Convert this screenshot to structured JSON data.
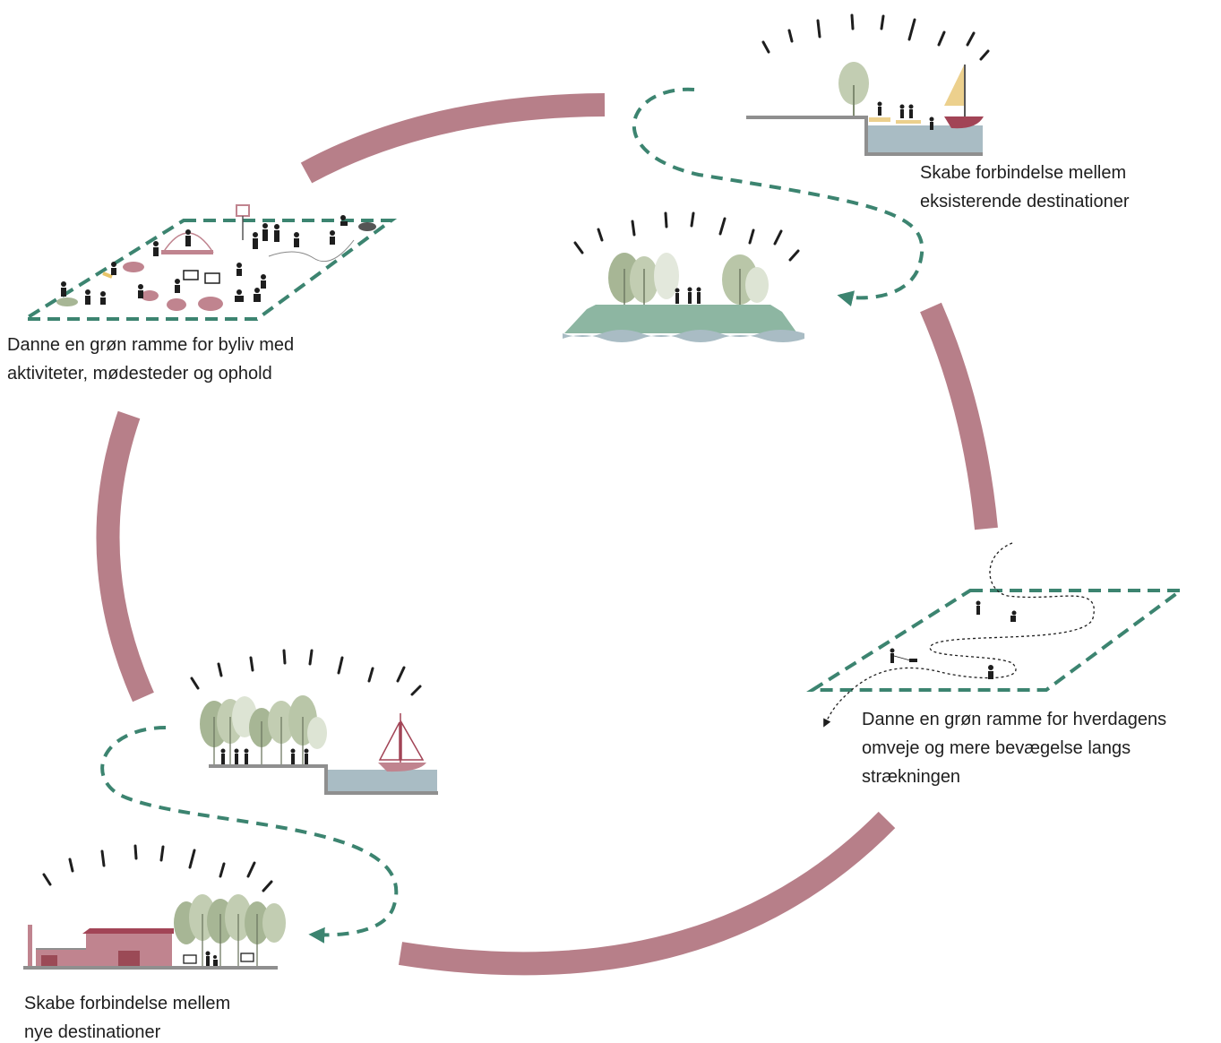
{
  "labels": {
    "top_right": {
      "line1": "Skabe forbindelse mellem",
      "line2": "eksisterende destinationer"
    },
    "left": {
      "line1": "Danne en grøn ramme for byliv med",
      "line2": "aktiviteter, mødesteder og ophold"
    },
    "right": {
      "line1": "Danne en grøn ramme for hverdagens",
      "line2": "omveje og mere bevægelse langs",
      "line3": "strækningen"
    },
    "bottom_left": {
      "line1": "Skabe forbindelse mellem",
      "line2": "nye destinationer"
    }
  },
  "colors": {
    "cycle_ring": "#b77f89",
    "dashed_green": "#3c8470",
    "tree_light": "#c2cdb2",
    "tree_dark": "#a7b695",
    "water": "#a9bcc4",
    "island": "#8db6a2",
    "ground": "#8f8f8f",
    "building": "#c0848f",
    "building_dark": "#9b4a56",
    "sail": "#ecd08d",
    "boat_hull": "#a24456",
    "figures": "#1e1e1e"
  }
}
